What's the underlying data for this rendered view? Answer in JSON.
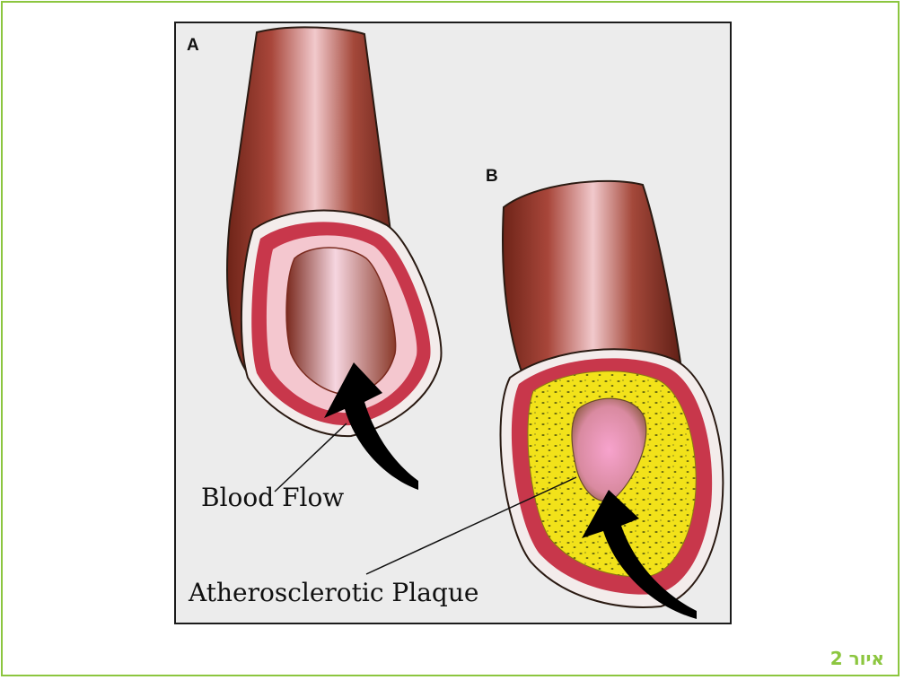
{
  "figure": {
    "panel_a_letter": "A",
    "panel_b_letter": "B",
    "blood_flow_label": "Blood Flow",
    "plaque_label": "Atherosclerotic Plaque"
  },
  "figure_number": "איור 2",
  "colors": {
    "frame_border": "#8cc63f",
    "vessel_wall": "#9c3a2c",
    "vessel_highlight": "#f3c2c6",
    "inner_lining": "#d8344e",
    "plaque": "#f2e21a",
    "arrow": "#000000"
  }
}
